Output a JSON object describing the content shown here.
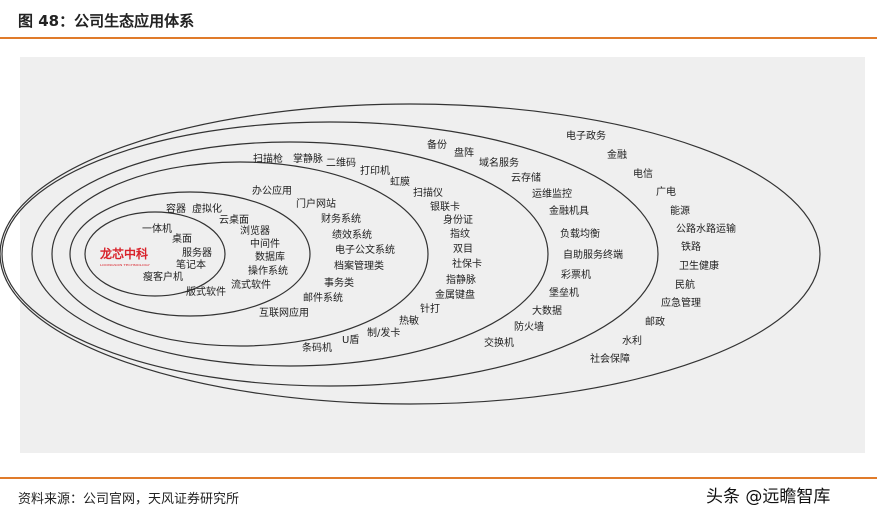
{
  "header": {
    "title": "图 48：公司生态应用体系"
  },
  "footer": {
    "source": "资料来源：公司官网，天风证券研究所",
    "watermark": "头条 @远瞻智库"
  },
  "logo": {
    "text": "龙芯中科"
  },
  "colors": {
    "accent": "#e07b2a",
    "panel": "#efefef",
    "logo": "#d9232b",
    "ring": "#333333"
  },
  "rings": [
    {
      "items": [
        "一体机",
        "桌面",
        "服务器",
        "笔记本",
        "瘦客户机"
      ]
    },
    {
      "items": [
        "容器",
        "虚拟化",
        "云桌面",
        "浏览器",
        "中间件",
        "数据库",
        "操作系统",
        "流式软件",
        "版式软件"
      ]
    },
    {
      "items": [
        "办公应用",
        "门户网站",
        "财务系统",
        "绩效系统",
        "电子公文系统",
        "档案管理类",
        "事务类",
        "邮件系统",
        "互联网应用"
      ]
    },
    {
      "items": [
        "扫描枪",
        "掌静脉",
        "二维码",
        "打印机",
        "虹膜",
        "扫描仪",
        "银联卡",
        "身份证",
        "指纹",
        "双目",
        "社保卡",
        "指静脉",
        "金属键盘",
        "针打",
        "热敏",
        "制/发卡",
        "U盾",
        "条码机"
      ]
    },
    {
      "items": [
        "备份",
        "盘阵",
        "域名服务",
        "云存储",
        "运维监控",
        "金融机具",
        "负载均衡",
        "自助服务终端",
        "彩票机",
        "堡垒机",
        "大数据",
        "防火墙",
        "交换机"
      ]
    },
    {
      "items": [
        "电子政务",
        "金融",
        "电信",
        "广电",
        "能源",
        "公路水路运输",
        "铁路",
        "卫生健康",
        "民航",
        "应急管理",
        "邮政",
        "水利",
        "社会保障"
      ]
    }
  ]
}
